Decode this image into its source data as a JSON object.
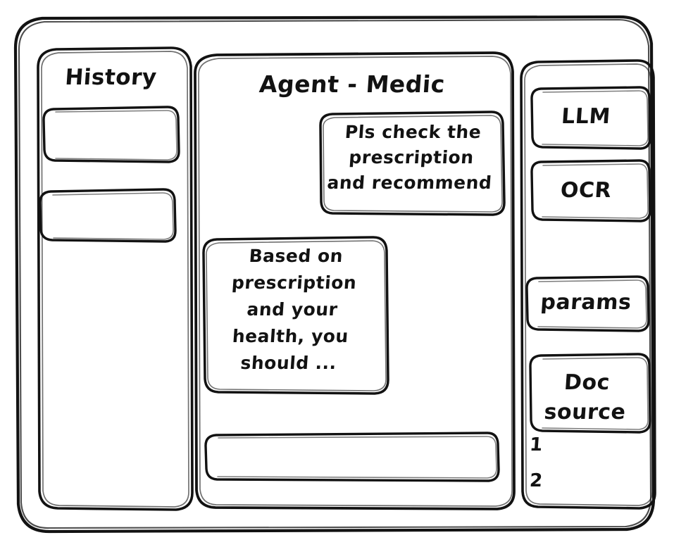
{
  "window": {
    "name": "agent-wireframe-window",
    "style": "hand-drawn-wireframe"
  },
  "sidebar_left": {
    "title": "History",
    "items": [
      {
        "label": "",
        "name": "history-item-1"
      },
      {
        "label": "",
        "name": "history-item-2"
      }
    ]
  },
  "main": {
    "title": "Agent - Medic",
    "messages": [
      {
        "role": "user",
        "align": "right",
        "lines": [
          "Pls check the",
          "prescription",
          "and recommend"
        ]
      },
      {
        "role": "assistant",
        "align": "left",
        "lines": [
          "Based on",
          "prescription",
          "and your",
          "health, you",
          "should ..."
        ]
      }
    ],
    "composer": {
      "value": "",
      "placeholder": ""
    }
  },
  "sidebar_right": {
    "buttons": [
      {
        "label": "LLM",
        "name": "llm-button"
      },
      {
        "label": "OCR",
        "name": "ocr-button"
      },
      {
        "label": "params",
        "name": "params-button"
      }
    ],
    "doc_source": {
      "lines": [
        "Doc",
        "source"
      ],
      "items": [
        "1",
        "2"
      ]
    }
  },
  "colors": {
    "stroke": "#121212",
    "background": "#ffffff"
  }
}
